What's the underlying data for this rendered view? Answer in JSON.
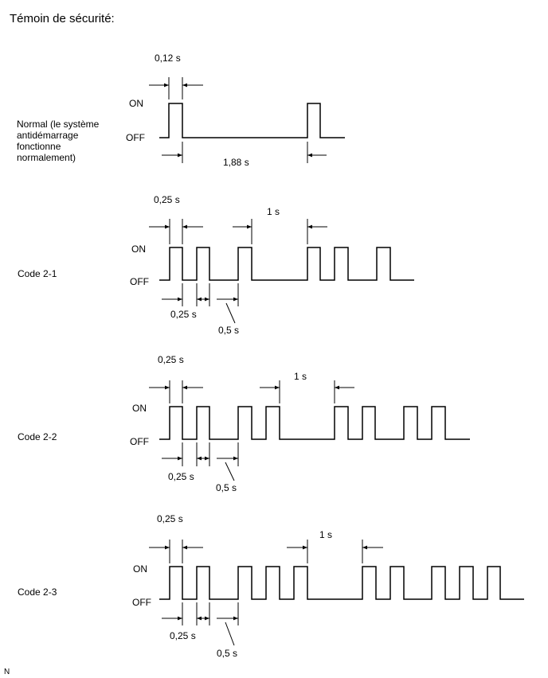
{
  "title": "Témoin de sécurité:",
  "footer": "N",
  "labels": {
    "on": "ON",
    "off": "OFF"
  },
  "diagrams": [
    {
      "id": "normal",
      "row_label": [
        "Normal (le système",
        "antidémarrage",
        "fonctionne",
        "normalement)"
      ],
      "annotations": {
        "pulse_width": "0,12 s",
        "period": "1,88 s"
      }
    },
    {
      "id": "code-2-1",
      "row_label": [
        "Code 2-1"
      ],
      "annotations": {
        "pulse_width": "0,25 s",
        "off_time": "0,25 s",
        "pause": "0,5 s",
        "gap": "1 s"
      }
    },
    {
      "id": "code-2-2",
      "row_label": [
        "Code 2-2"
      ],
      "annotations": {
        "pulse_width": "0,25 s",
        "off_time": "0,25 s",
        "pause": "0,5 s",
        "gap": "1 s"
      }
    },
    {
      "id": "code-2-3",
      "row_label": [
        "Code 2-3"
      ],
      "annotations": {
        "pulse_width": "0,25 s",
        "off_time": "0,25 s",
        "pause": "0,5 s",
        "gap": "1 s"
      }
    }
  ]
}
